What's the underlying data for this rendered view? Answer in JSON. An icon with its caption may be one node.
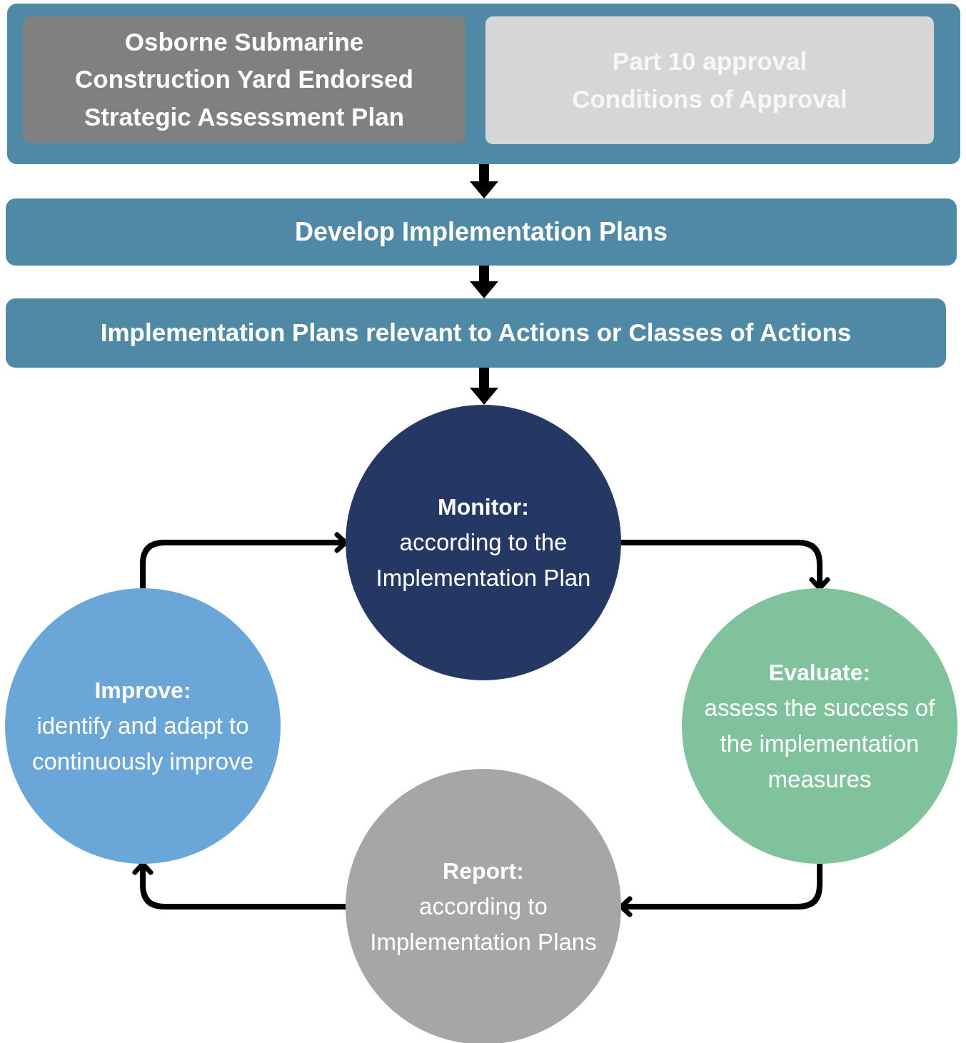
{
  "diagram": {
    "nodes": [
      {
        "text": [],
        "shape": "box"
      },
      {
        "text": [
          "Osborne Submarine Construction Yard Endorsed Strategic Assessment Plan"
        ],
        "in": 0
      },
      {
        "text": [
          "Part 10 approval",
          "Conditions of Approval"
        ],
        "in": 0
      },
      {
        "text": [
          "Develop Implementation Plans"
        ]
      },
      {
        "text": [
          "Implementation Plans relevant to Actions or Classes of Actions"
        ]
      },
      {
        "text": [
          "Monitor:",
          "according to the Implementation Plan"
        ]
      },
      {
        "text": [
          "Improve:",
          "identify and adapt to continuously improve"
        ]
      },
      {
        "text": [
          "Evaluate:",
          "assess the success of the implementation measures"
        ]
      },
      {
        "text": [
          "Report:",
          "according to Implementation Plans"
        ]
      }
    ],
    "edges": [
      {
        "from": 0,
        "to": 3,
        "arrow": "to"
      },
      {
        "from": 3,
        "to": 4,
        "arrow": "to"
      },
      {
        "from": 4,
        "to": 5,
        "arrow": "to"
      },
      {
        "from": 5,
        "to": 7,
        "arrow": "to"
      },
      {
        "from": 7,
        "to": 8,
        "arrow": "to"
      },
      {
        "from": 8,
        "to": 6,
        "arrow": "to"
      },
      {
        "from": 6,
        "to": 5,
        "arrow": "to"
      }
    ]
  }
}
